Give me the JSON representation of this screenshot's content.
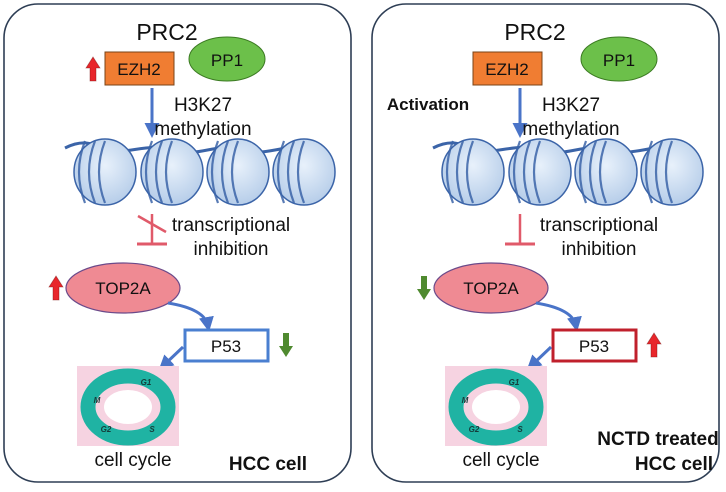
{
  "panels": [
    {
      "complex": "PRC2",
      "ezh2": "EZH2",
      "pp1": "PP1",
      "ezh2_change": "up",
      "activation": "",
      "mark_line1": "H3K27",
      "mark_line2": "methylation",
      "inhibition_line1": "transcriptional",
      "inhibition_line2": "inhibition",
      "inhibition_blocked": true,
      "top2a": "TOP2A",
      "top2a_change": "up",
      "p53": "P53",
      "p53_change": "down",
      "cycle_phases": [
        "G1",
        "S",
        "G2",
        "M"
      ],
      "cycle_label": "cell cycle",
      "cell_line1": "HCC cell",
      "cell_line2": ""
    },
    {
      "complex": "PRC2",
      "ezh2": "EZH2",
      "pp1": "PP1",
      "ezh2_change": "",
      "activation": "Activation",
      "mark_line1": "H3K27",
      "mark_line2": "methylation",
      "inhibition_line1": "transcriptional",
      "inhibition_line2": "inhibition",
      "inhibition_blocked": false,
      "top2a": "TOP2A",
      "top2a_change": "down",
      "p53": "P53",
      "p53_change": "up",
      "cycle_phases": [
        "G1",
        "S",
        "G2",
        "M"
      ],
      "cycle_label": "cell cycle",
      "cell_line1": "NCTD treated",
      "cell_line2": "HCC cell"
    }
  ],
  "colors": {
    "ezh2_fill": "#f07d32",
    "pp1_fill": "#6cc04a",
    "top2a_fill": "#ef8a93",
    "arrow_blue": "#4a74c8",
    "inhibit_red": "#e05a6a",
    "up_red": "#e8262b",
    "down_green": "#4f8a2f",
    "nucleosome": "#c7dcf2",
    "nucleosome_edge": "#3b64a8",
    "p53_box_left": "#4a7fd0",
    "p53_box_right": "#c0202c",
    "cycle_teal": "#1fb3a3",
    "cycle_bg": "#f6d3e1"
  }
}
